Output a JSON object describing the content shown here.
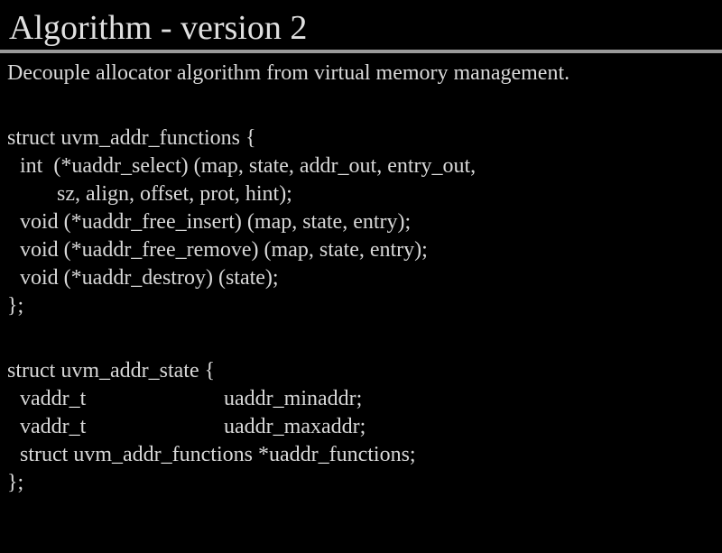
{
  "slide": {
    "title": "Algorithm - version 2",
    "subtitle": "Decouple allocator algorithm from virtual memory management."
  },
  "code_functions": {
    "open": "struct uvm_addr_functions {",
    "select_1": "int  (*uaddr_select) (map, state, addr_out, entry_out,",
    "select_2": "sz, align, offset, prot, hint);",
    "free_insert": "void (*uaddr_free_insert) (map, state, entry);",
    "free_remove": "void (*uaddr_free_remove) (map, state, entry);",
    "destroy": "void (*uaddr_destroy) (state);",
    "close": "};"
  },
  "code_state": {
    "open": "struct uvm_addr_state {",
    "minaddr_type": "vaddr_t",
    "minaddr_name": "uaddr_minaddr;",
    "maxaddr_type": "vaddr_t",
    "maxaddr_name": "uaddr_maxaddr;",
    "functions_field": "struct uvm_addr_functions *uaddr_functions;",
    "close": "};"
  }
}
